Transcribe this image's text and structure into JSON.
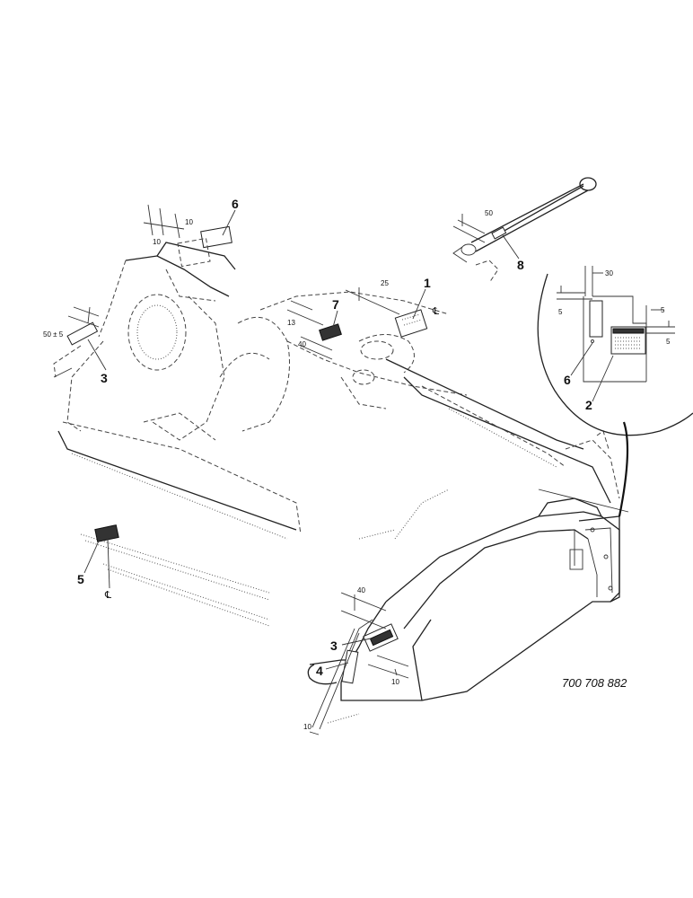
{
  "figure_number": "700 708 882",
  "callouts": [
    "1",
    "2",
    "3",
    "3",
    "4",
    "5",
    "6",
    "6",
    "7",
    "8"
  ],
  "dimensions": [
    "10",
    "10",
    "50 ± 5",
    "25",
    "13",
    "40",
    "50",
    "30",
    "5",
    "5",
    "5",
    "40",
    "10",
    "10"
  ],
  "centerline_symbol": "℄"
}
